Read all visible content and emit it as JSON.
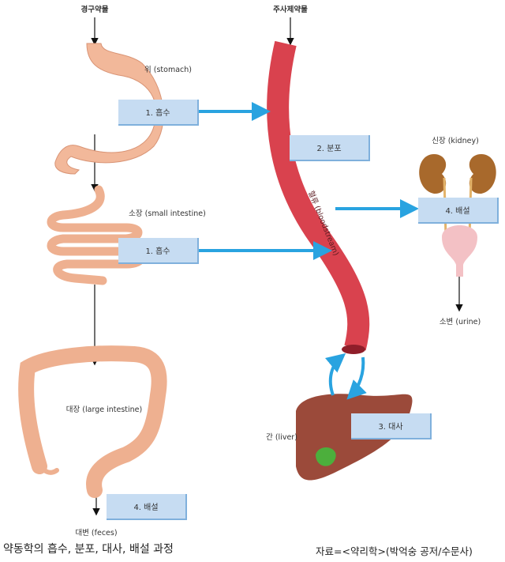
{
  "labels": {
    "oral": "경구약물",
    "injection": "주사제약물",
    "stomach": "위 (stomach)",
    "small_intestine": "소장 (small intestine)",
    "large_intestine": "대장 (large intestine)",
    "liver": "간 (liver)",
    "feces": "대변 (feces)",
    "kidney": "신장 (kidney)",
    "urine": "소변 (urine)",
    "bloodstream": "혈류 (bloodstream)"
  },
  "boxes": {
    "absorb1": "1. 흡수",
    "distribute": "2. 분포",
    "excrete_kidney": "4. 배설",
    "absorb2": "1. 흡수",
    "metabolize": "3. 대사",
    "excrete_feces": "4. 배설"
  },
  "caption": "약동학의 흡수, 분포, 대사, 배설 과정",
  "source": "자료=<약리학>(박억숭 공저/수문사)",
  "colors": {
    "box": "#c6dcf2",
    "arrow": "#29a3e0",
    "vessel": "#d9424e"
  }
}
